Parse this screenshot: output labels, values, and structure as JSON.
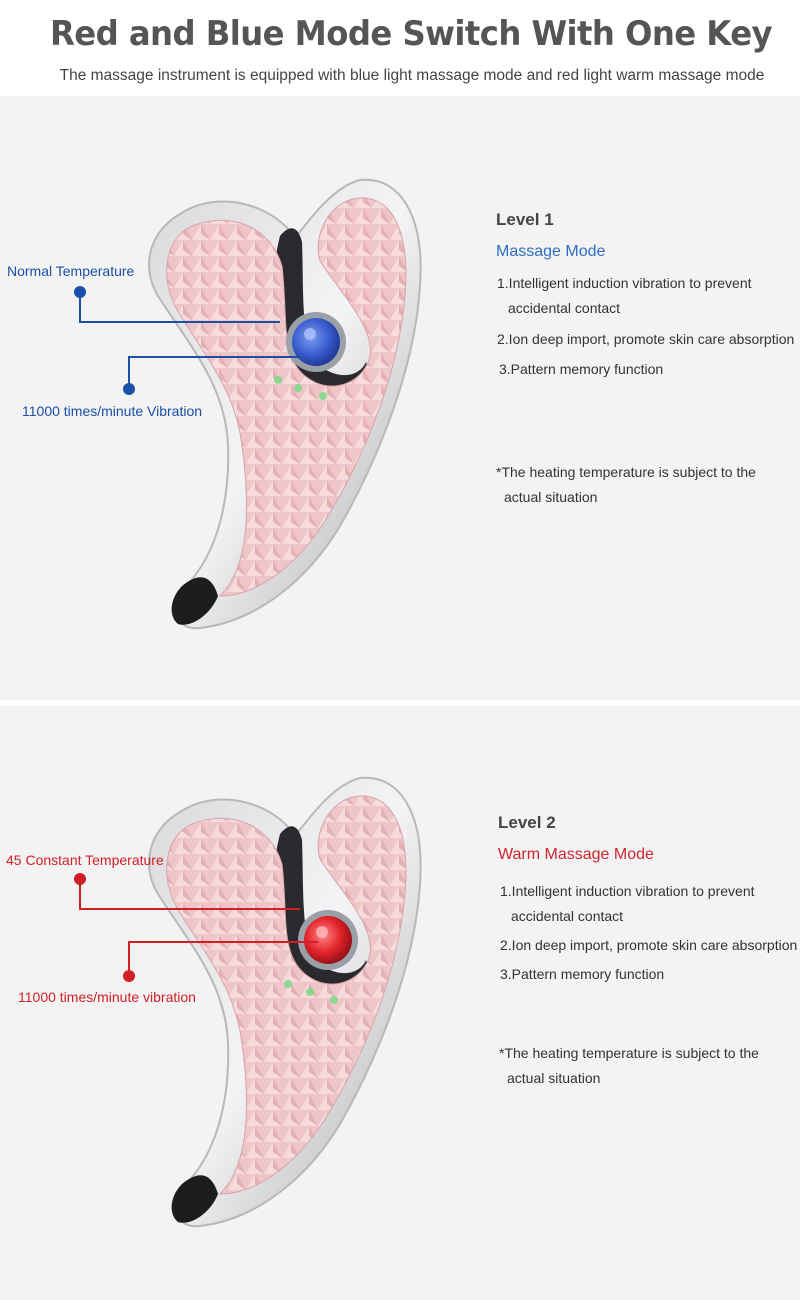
{
  "header": {
    "title": "Red and Blue Mode Switch With One Key",
    "subtitle": "The massage instrument is equipped with blue light massage mode and red light warm massage mode"
  },
  "levels": [
    {
      "level": "Level 1",
      "mode": "Massage Mode",
      "features": [
        "1.Intelligent induction vibration to prevent",
        "accidental contact",
        "2.Ion deep import, promote skin care absorption",
        "3.Pattern memory function"
      ],
      "note": [
        "*The heating temperature is subject to the",
        "actual situation"
      ],
      "callout_temperature": "Normal Temperature",
      "callout_vibration": "11000 times/minute Vibration",
      "light_color": "#3a5fd0",
      "accent_color": "#1b4fa8"
    },
    {
      "level": "Level 2",
      "mode": "Warm Massage  Mode",
      "features": [
        "1.Intelligent induction vibration to prevent",
        "accidental contact",
        "2.Ion deep import, promote skin care absorption",
        "3.Pattern memory function"
      ],
      "note": [
        "*The heating temperature is subject to the",
        "actual situation"
      ],
      "callout_temperature": "45 Constant Temperature",
      "callout_vibration": "11000 times/minute vibration",
      "light_color": "#e2242a",
      "accent_color": "#d21f26"
    }
  ]
}
